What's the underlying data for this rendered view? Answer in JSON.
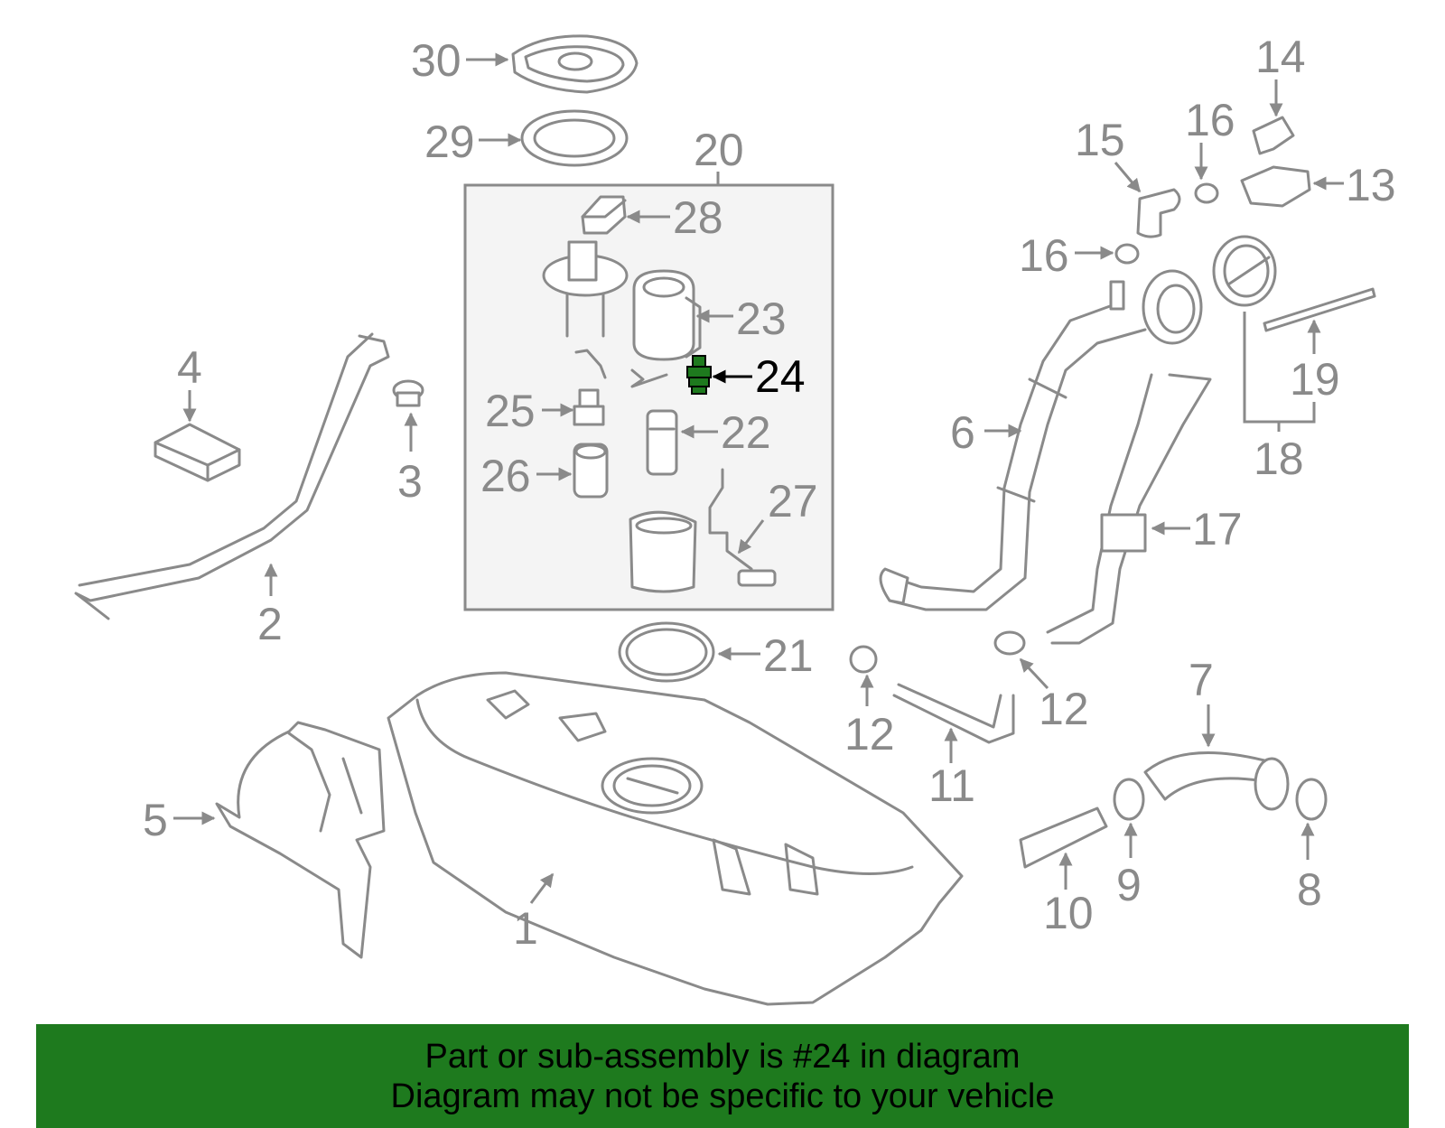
{
  "diagram": {
    "highlighted_part": "24",
    "highlight_color": "#1e7a1e",
    "line_color": "#8a8a8a",
    "labels": {
      "p1": "1",
      "p2": "2",
      "p3": "3",
      "p4": "4",
      "p5": "5",
      "p6": "6",
      "p7": "7",
      "p8": "8",
      "p9": "9",
      "p10": "10",
      "p11": "11",
      "p12a": "12",
      "p12b": "12",
      "p13": "13",
      "p14": "14",
      "p15": "15",
      "p16a": "16",
      "p16b": "16",
      "p17": "17",
      "p18": "18",
      "p19": "19",
      "p20": "20",
      "p21": "21",
      "p22": "22",
      "p23": "23",
      "p24": "24",
      "p25": "25",
      "p26": "26",
      "p27": "27",
      "p28": "28",
      "p29": "29",
      "p30": "30"
    }
  },
  "banner": {
    "line1": "Part or sub-assembly is #24 in diagram",
    "line2": "Diagram may not be specific to your vehicle",
    "background": "#1e7a1e"
  }
}
